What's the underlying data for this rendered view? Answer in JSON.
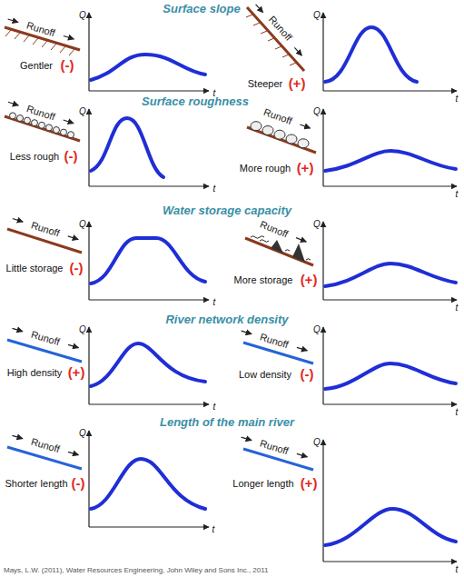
{
  "diagram": {
    "caption": "Mays, L.W. (2011), Water Resources Engineering, John Wiley and Sons Inc., 2011",
    "labels": [
      "Surface slope",
      "Runoff",
      "Gentler",
      "(-)",
      "Q",
      "t",
      "Runoff",
      "Steeper",
      "(+)",
      "Q",
      "t",
      "Surface roughness",
      "Runoff",
      "Less rough",
      "(-)",
      "Q",
      "t",
      "Runoff",
      "More rough",
      "(+)",
      "Q",
      "t",
      "Water storage capacity",
      "Runoff",
      "Little storage",
      "(-)",
      "Q",
      "t",
      "Runoff",
      "More storage",
      "(+)",
      "Q",
      "t",
      "River network density",
      "Runoff",
      "High density",
      "(+)",
      "Q",
      "t",
      "Runoff",
      "Low density",
      "(-)",
      "Q",
      "t",
      "Length of the main river",
      "Runoff",
      "Shorter length",
      "(-)",
      "Q",
      "t",
      "Runoff",
      "Longer length",
      "(+)",
      "Q",
      "t"
    ]
  }
}
